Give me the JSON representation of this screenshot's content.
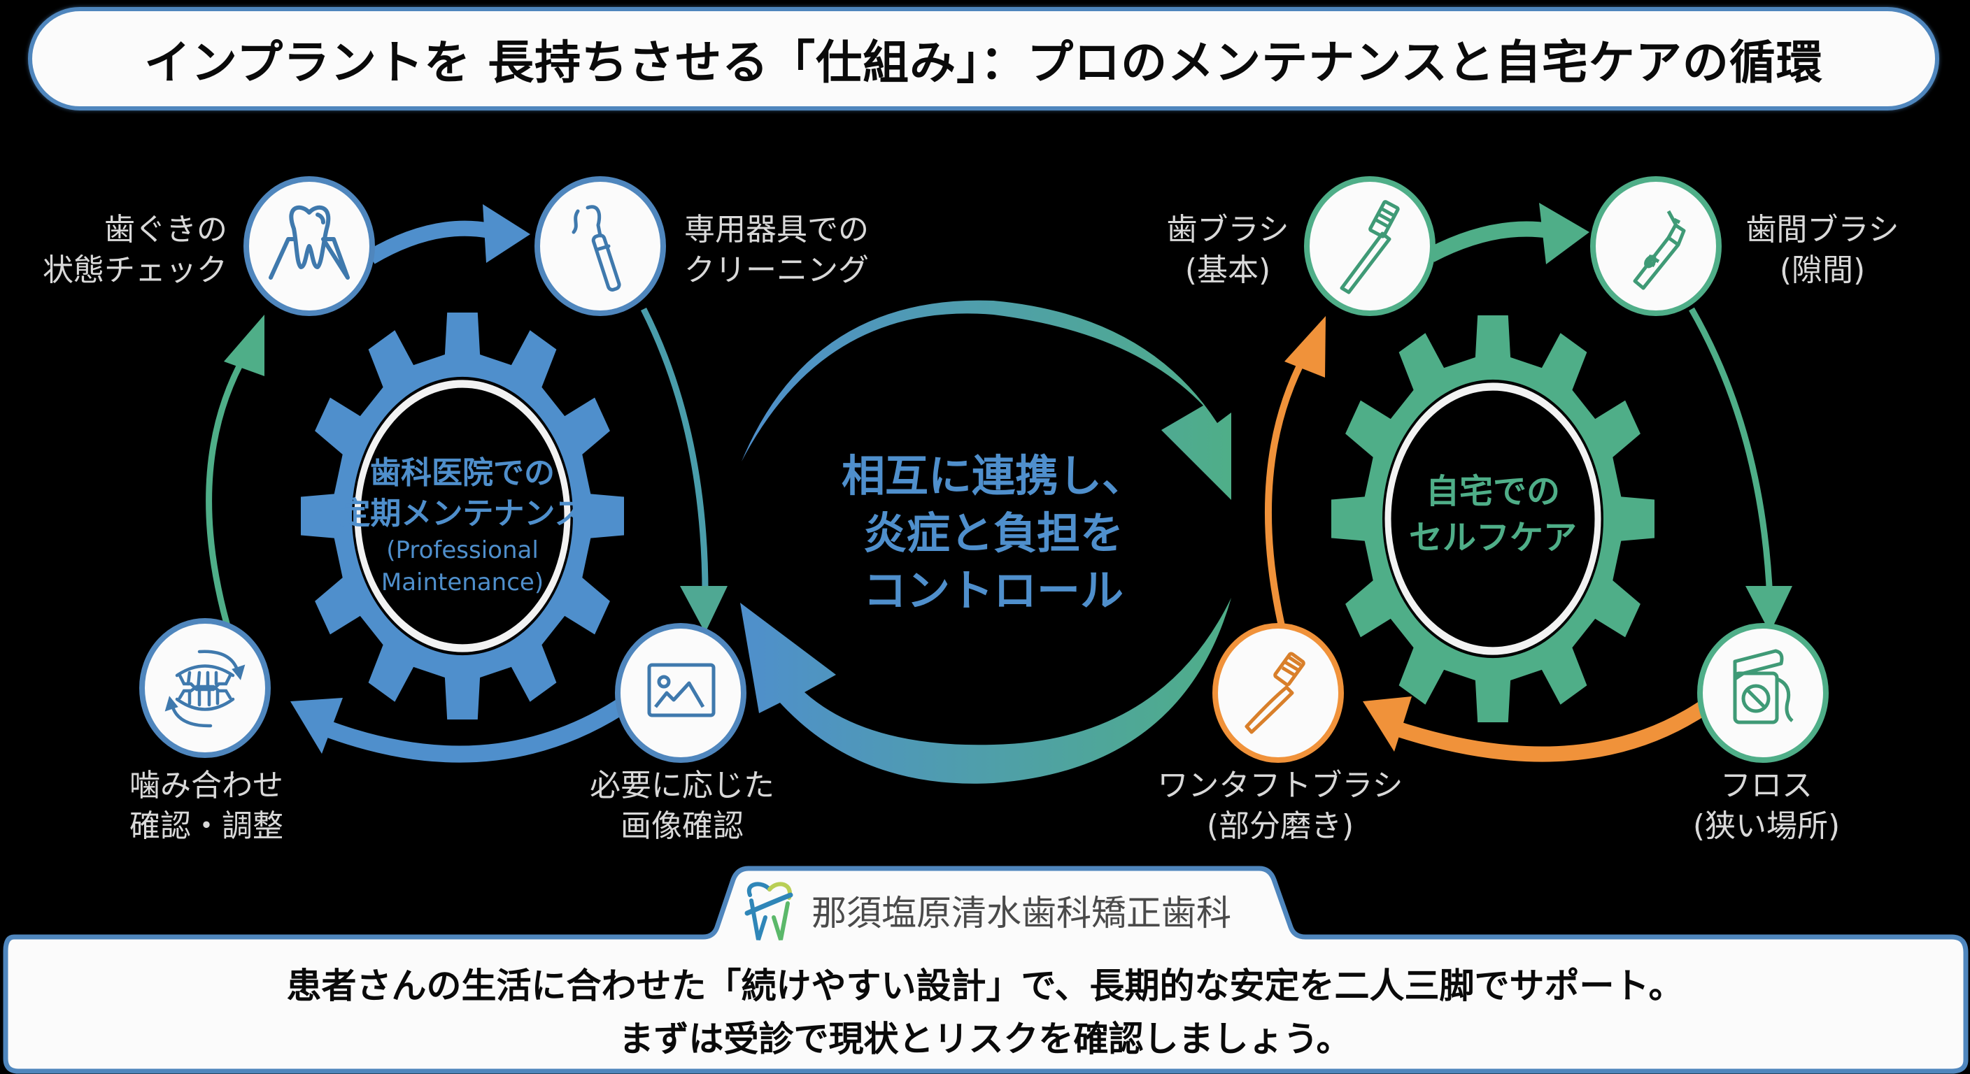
{
  "title": "インプラントを 長持ちさせる「仕組み」：プロのメンテナンスと自宅ケアの循環",
  "colors": {
    "professional_blue": "#4f8fcc",
    "selfcare_green": "#4fae88",
    "onetuft_orange": "#f0923a",
    "border_blue": "#4f86bd",
    "label_gray": "#d9d9d9"
  },
  "professional": {
    "gear_title_line1": "歯科医院での",
    "gear_title_line2": "定期メンテナンス",
    "gear_subtitle_line1": "(Professional",
    "gear_subtitle_line2": "Maintenance)",
    "steps": [
      {
        "icon": "tooth-gum-icon",
        "line1": "歯ぐきの",
        "line2": "状態チェック"
      },
      {
        "icon": "dental-scaler-icon",
        "line1": "専用器具での",
        "line2": "クリーニング"
      },
      {
        "icon": "image-icon",
        "line1": "必要に応じた",
        "line2": "画像確認"
      },
      {
        "icon": "bite-teeth-icon",
        "line1": "噛み合わせ",
        "line2": "確認・調整"
      }
    ]
  },
  "selfcare": {
    "gear_title_line1": "自宅での",
    "gear_title_line2": "セルフケア",
    "steps": [
      {
        "icon": "toothbrush-icon",
        "line1": "歯ブラシ",
        "line2": "(基本)"
      },
      {
        "icon": "interdental-brush-icon",
        "line1": "歯間ブラシ",
        "line2": "(隙間)"
      },
      {
        "icon": "floss-icon",
        "line1": "フロス",
        "line2": "(狭い場所)"
      },
      {
        "icon": "single-tuft-brush-icon",
        "line1": "ワンタフトブラシ",
        "line2": "(部分磨き)"
      }
    ]
  },
  "center": {
    "line1": "相互に連携し、",
    "line2": "炎症と負担を",
    "line3": "コントロール"
  },
  "footer": {
    "clinic_name": "那須塩原清水歯科矯正歯科",
    "line1": "患者さんの生活に合わせた「続けやすい設計」で、長期的な安定を二人三脚でサポート。",
    "line2": "まずは受診で現状とリスクを確認しましょう。"
  }
}
